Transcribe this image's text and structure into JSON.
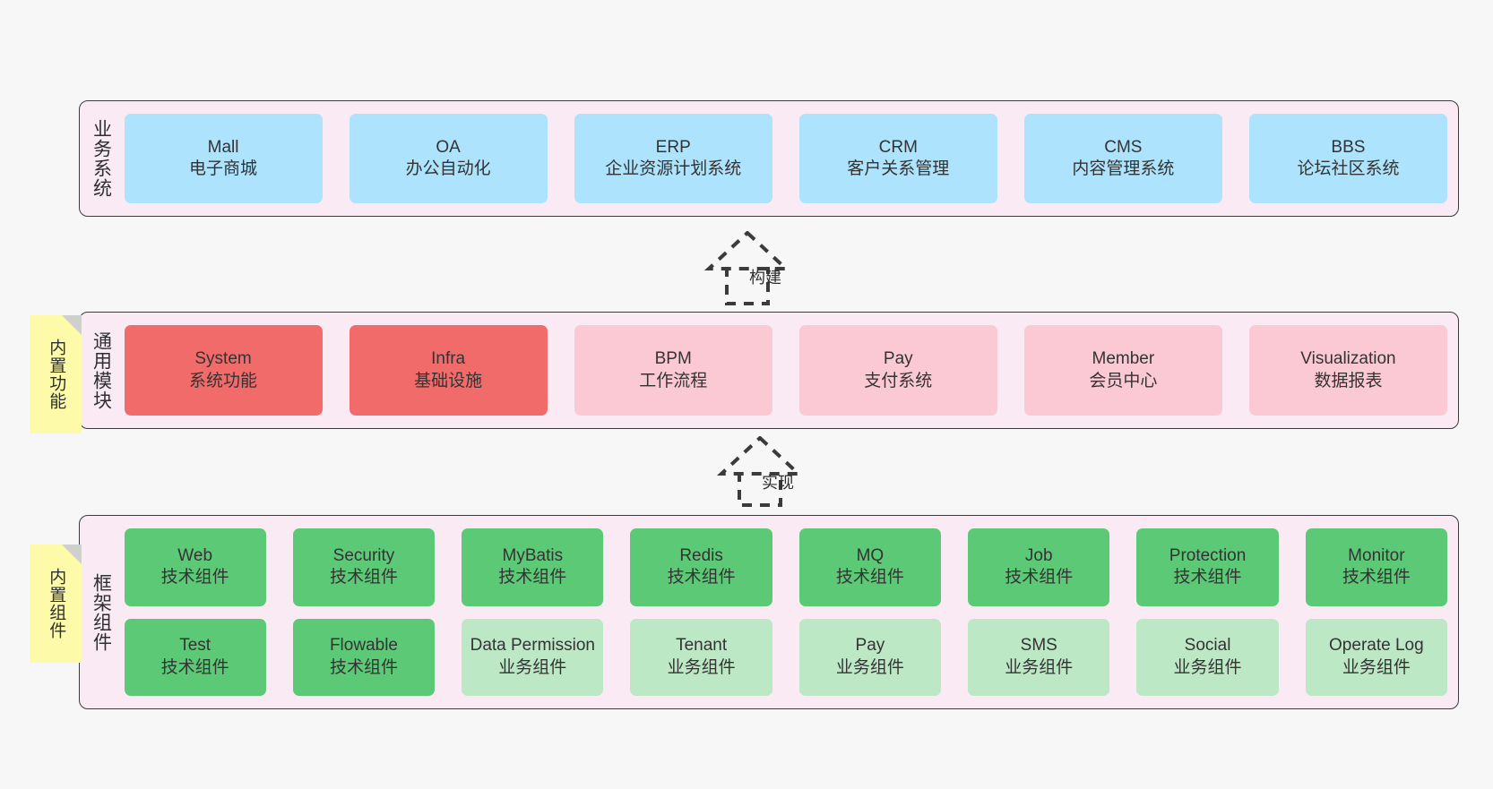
{
  "diagram": {
    "title": "系统架构图",
    "background": "#f7f7f7",
    "panel_bg": "#f9eaf4",
    "panel_border": "#3b3b3b"
  },
  "notes": [
    {
      "text": "内置功能",
      "color": "#fdfbaa"
    },
    {
      "text": "内置组件",
      "color": "#fdfbaa"
    }
  ],
  "arrows": [
    {
      "label": "构建",
      "style": "dashed-hollow-up"
    },
    {
      "label": "实现",
      "style": "dashed-hollow-up"
    }
  ],
  "layers": [
    {
      "id": "business-systems",
      "label": "业务系统",
      "rows": [
        [
          {
            "name": "Mall",
            "sub": "电子商城",
            "color": "#ade3fc"
          },
          {
            "name": "OA",
            "sub": "办公自动化",
            "color": "#ade3fc"
          },
          {
            "name": "ERP",
            "sub": "企业资源计划系统",
            "color": "#ade3fc"
          },
          {
            "name": "CRM",
            "sub": "客户关系管理",
            "color": "#ade3fc"
          },
          {
            "name": "CMS",
            "sub": "内容管理系统",
            "color": "#ade3fc"
          },
          {
            "name": "BBS",
            "sub": "论坛社区系统",
            "color": "#ade3fc"
          }
        ]
      ]
    },
    {
      "id": "common-modules",
      "label": "通用模块",
      "rows": [
        [
          {
            "name": "System",
            "sub": "系统功能",
            "color": "#f26b6b"
          },
          {
            "name": "Infra",
            "sub": "基础设施",
            "color": "#f26b6b"
          },
          {
            "name": "BPM",
            "sub": "工作流程",
            "color": "#fbc9d4"
          },
          {
            "name": "Pay",
            "sub": "支付系统",
            "color": "#fbc9d4"
          },
          {
            "name": "Member",
            "sub": "会员中心",
            "color": "#fbc9d4"
          },
          {
            "name": "Visualization",
            "sub": "数据报表",
            "color": "#fbc9d4"
          }
        ]
      ]
    },
    {
      "id": "framework-components",
      "label": "框架组件",
      "rows": [
        [
          {
            "name": "Web",
            "sub": "技术组件",
            "color": "#5cc976"
          },
          {
            "name": "Security",
            "sub": "技术组件",
            "color": "#5cc976"
          },
          {
            "name": "MyBatis",
            "sub": "技术组件",
            "color": "#5cc976"
          },
          {
            "name": "Redis",
            "sub": "技术组件",
            "color": "#5cc976"
          },
          {
            "name": "MQ",
            "sub": "技术组件",
            "color": "#5cc976"
          },
          {
            "name": "Job",
            "sub": "技术组件",
            "color": "#5cc976"
          },
          {
            "name": "Protection",
            "sub": "技术组件",
            "color": "#5cc976"
          },
          {
            "name": "Monitor",
            "sub": "技术组件",
            "color": "#5cc976"
          }
        ],
        [
          {
            "name": "Test",
            "sub": "技术组件",
            "color": "#5cc976"
          },
          {
            "name": "Flowable",
            "sub": "技术组件",
            "color": "#5cc976"
          },
          {
            "name": "Data Permission",
            "sub": "业务组件",
            "color": "#bde8c6",
            "wrap": true
          },
          {
            "name": "Tenant",
            "sub": "业务组件",
            "color": "#bde8c6"
          },
          {
            "name": "Pay",
            "sub": "业务组件",
            "color": "#bde8c6"
          },
          {
            "name": "SMS",
            "sub": "业务组件",
            "color": "#bde8c6"
          },
          {
            "name": "Social",
            "sub": "业务组件",
            "color": "#bde8c6"
          },
          {
            "name": "Operate Log",
            "sub": "业务组件",
            "color": "#bde8c6"
          }
        ]
      ]
    }
  ]
}
